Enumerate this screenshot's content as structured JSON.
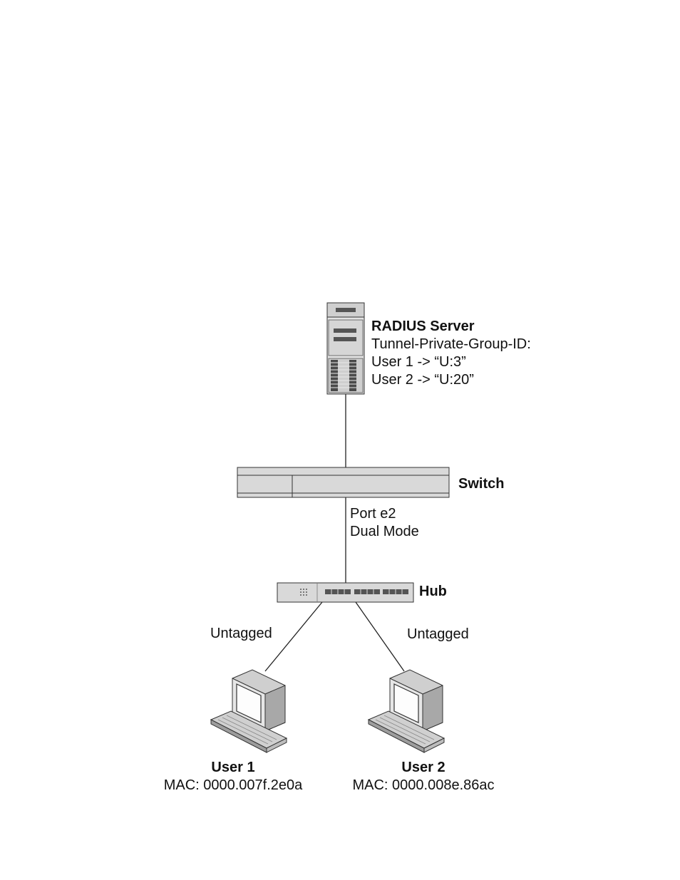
{
  "radius_server": {
    "title": "RADIUS Server",
    "attribute": "Tunnel-Private-Group-ID:",
    "user1_mapping": "User 1 -> “U:3”",
    "user2_mapping": "User 2 -> “U:20”"
  },
  "switch": {
    "label": "Switch",
    "port_label": "Port e2",
    "port_mode": "Dual Mode"
  },
  "hub": {
    "label": "Hub"
  },
  "links": {
    "left_label": "Untagged",
    "right_label": "Untagged"
  },
  "users": [
    {
      "name": "User 1",
      "mac": "MAC: 0000.007f.2e0a"
    },
    {
      "name": "User 2",
      "mac": "MAC: 0000.008e.86ac"
    }
  ],
  "colors": {
    "device_fill": "#d9d9d9",
    "device_dark": "#9a9a9a",
    "device_stroke": "#333333",
    "line": "#222222"
  }
}
